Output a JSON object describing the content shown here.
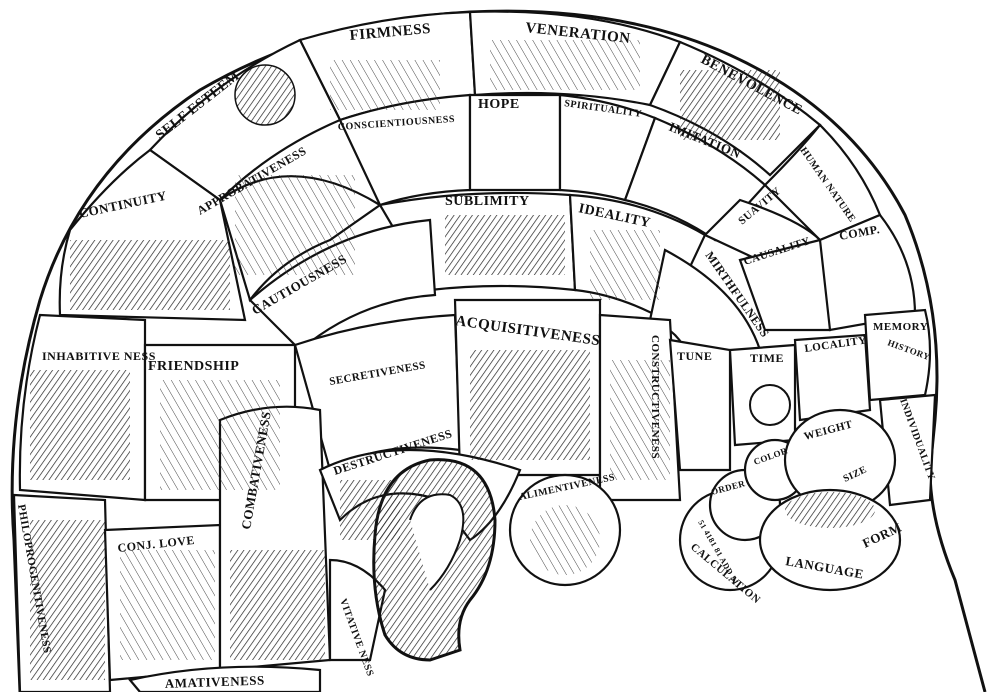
{
  "image": {
    "labels": {
      "firmness": "FIRMNESS",
      "veneration": "VENERATION",
      "benevolence": "BENEVOLENCE",
      "self_esteem": "SELF ESTEEM",
      "conscientiousness": "CONSCIENTIOUSNESS",
      "hope": "HOPE",
      "spirituality": "SPIRITUALITY",
      "imitation": "IMITATION",
      "human_nature": "HUMAN NATURE",
      "continuity": "CONTINUITY",
      "approbativeness": "APPROBATIVENESS",
      "sublimity": "SUBLIMITY",
      "ideality": "IDEALITY",
      "suavity": "SUAVITY",
      "causality": "CAUSALITY",
      "comp": "COMP.",
      "cautiousness": "CAUTIOUSNESS",
      "mirthfulness": "MIRTHFULNESS",
      "inhabitiveness": "INHABITIVE NESS",
      "friendship": "FRIENDSHIP",
      "secretiveness": "SECRETIVENESS",
      "acquisitiveness": "ACQUISITIVENESS",
      "constructiveness": "CONSTRUCTIVENESS",
      "tune": "TUNE",
      "time": "TIME",
      "locality": "LOCALITY",
      "memory": "MEMORY",
      "history": "HISTORY",
      "individuality": "INDIVIDUALITY",
      "combativeness": "COMBATIVENESS",
      "destructiveness": "DESTRUCTIVENESS",
      "weight": "WEIGHT",
      "color": "COLOR",
      "order": "ORDER",
      "size": "SIZE",
      "form": "FORM",
      "alimentiveness": "ALIMENTIVENESS",
      "calculation": "CALCULATION",
      "language": "LANGUAGE",
      "philoprogenitiveness": "PHILOPROGENITIVENESS",
      "conj_love": "CONJ. LOVE",
      "vitativeness": "VITATIVE NESS",
      "amativeness": "AMATIVENESS",
      "calc_numbers": "51 4181 81 ADD 51"
    }
  }
}
